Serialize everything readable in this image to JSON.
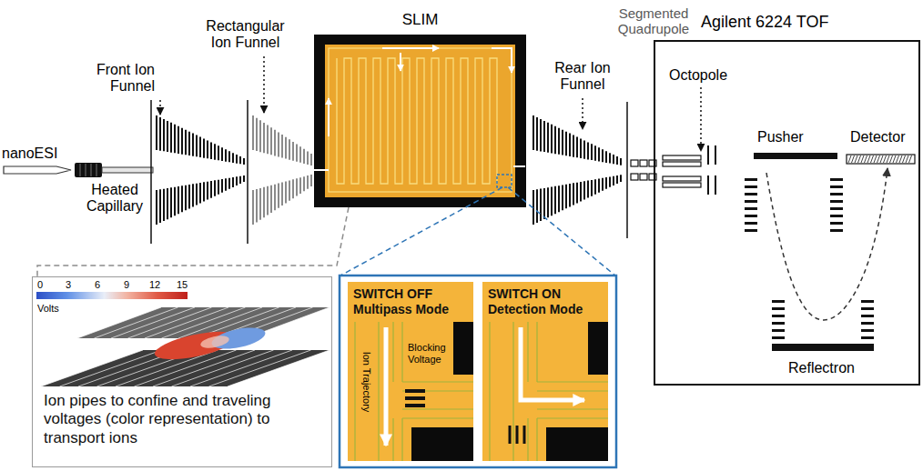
{
  "diagram": {
    "nodes": [
      {
        "text": [
          "SLIM"
        ]
      },
      {
        "text": [
          "Agilent 6224 TOF"
        ]
      },
      {
        "text": [
          "Ion pipes to confine and traveling voltages (color representation) to transport ions"
        ]
      },
      {
        "text": [
          "SWITCH OFF",
          "Multipass Mode"
        ]
      },
      {
        "text": [
          "SWITCH ON",
          "Detection Mode"
        ]
      }
    ],
    "edges": [
      {
        "from": 0,
        "to": 2,
        "arrow": "none"
      }
    ],
    "labels": [
      "nanoESI",
      "Heated Capillary",
      "Front Ion Funnel",
      "Rectangular Ion Funnel",
      "Rear Ion Funnel",
      "Segmented Quadrupole",
      "Octopole",
      "Pusher",
      "Detector",
      "Reflectron",
      "0",
      "3",
      "6",
      "9",
      "12",
      "15",
      "Volts",
      "Blocking Voltage",
      "Ion Trajectory"
    ]
  }
}
